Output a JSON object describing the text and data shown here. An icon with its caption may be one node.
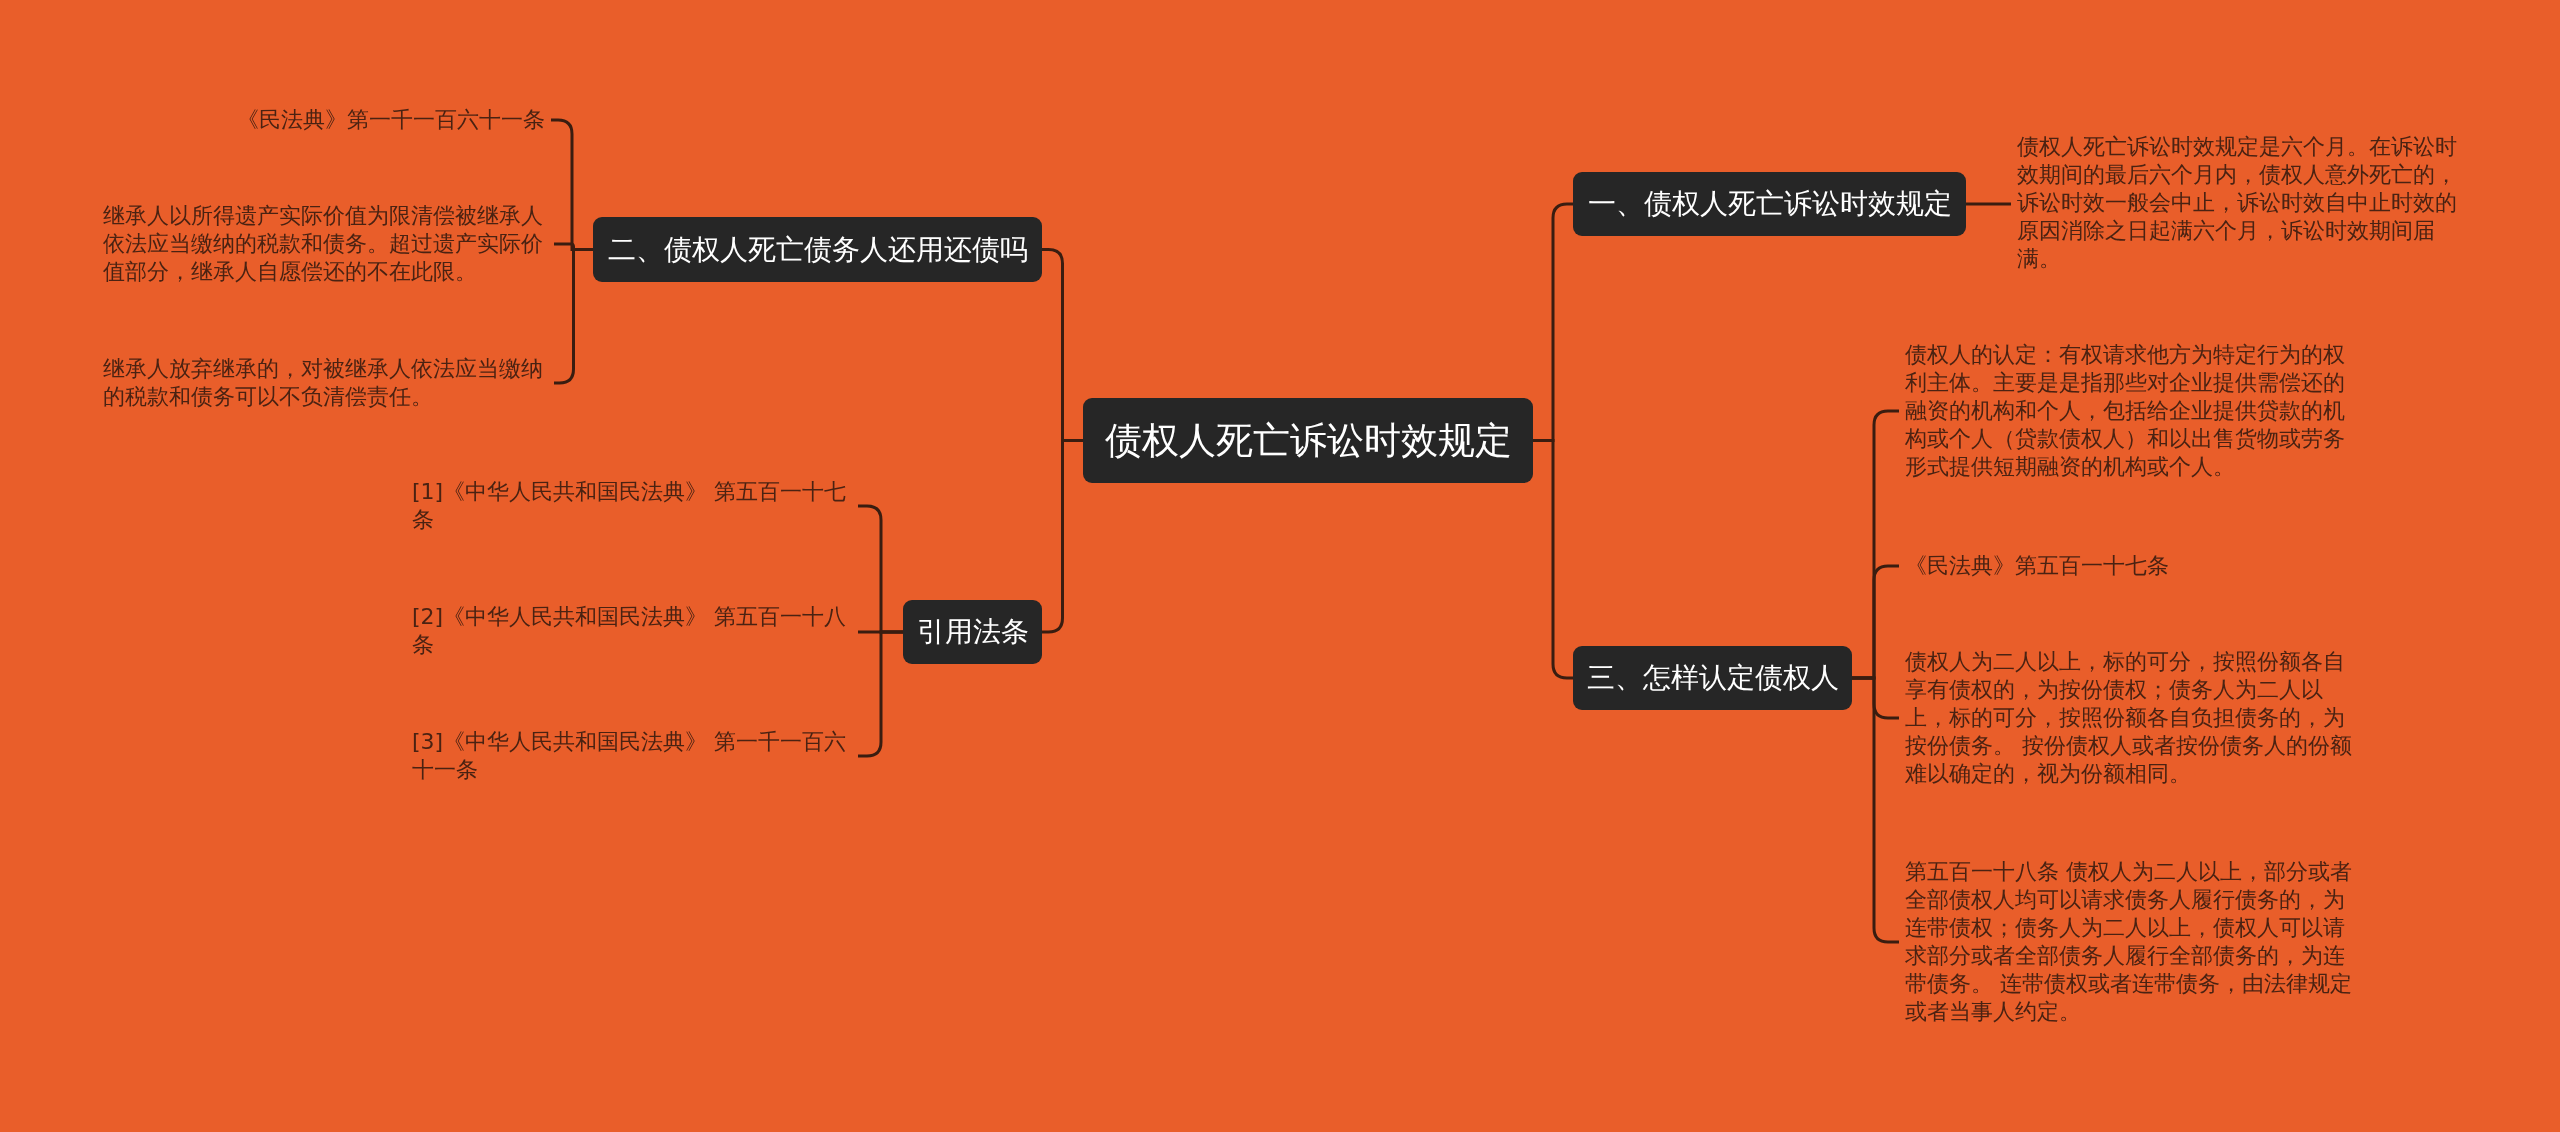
{
  "diagram": {
    "nodes": [
      {
        "text": [
          "债权人死亡诉讼时效规定"
        ]
      },
      {
        "text": [
          "一、债权人死亡诉讼时效规定"
        ]
      },
      {
        "text": [
          "债权人死亡诉讼时效规定是六个月。在诉讼时效期间的最后六个月内，债权人意外死亡的，诉讼时效一般会中止，诉讼时效自中止时效的原因消除之日起满六个月，诉讼时效期间届满。"
        ]
      },
      {
        "text": [
          "三、怎样认定债权人"
        ]
      },
      {
        "text": [
          "债权人的认定：有权请求他方为特定行为的权利主体。主要是是指那些对企业提供需偿还的融资的机构和个人，包括给企业提供贷款的机构或个人（贷款债权人）和以出售货物或劳务形式提供短期融资的机构或个人。"
        ]
      },
      {
        "text": [
          "《民法典》第五百一十七条"
        ]
      },
      {
        "text": [
          "债权人为二人以上，标的可分，按照份额各自享有债权的，为按份债权；债务人为二人以上，标的可分，按照份额各自负担债务的，为按份债务。 按份债权人或者按份债务人的份额难以确定的，视为份额相同。"
        ]
      },
      {
        "text": [
          "第五百一十八条 债权人为二人以上，部分或者全部债权人均可以请求债务人履行债务的，为连带债权；债务人为二人以上，债权人可以请求部分或者全部债务人履行全部债务的，为连带债务。 连带债权或者连带债务，由法律规定或者当事人约定。"
        ]
      },
      {
        "text": [
          "二、债权人死亡债务人还用还债吗"
        ]
      },
      {
        "text": [
          "《民法典》第一千一百六十一条"
        ]
      },
      {
        "text": [
          "继承人以所得遗产实际价值为限清偿被继承人依法应当缴纳的税款和债务。超过遗产实际价值部分，继承人自愿偿还的不在此限。"
        ]
      },
      {
        "text": [
          "继承人放弃继承的，对被继承人依法应当缴纳的税款和债务可以不负清偿责任。"
        ]
      },
      {
        "text": [
          "引用法条"
        ]
      },
      {
        "text": [
          "[1]《中华人民共和国民法典》 第五百一十七条"
        ]
      },
      {
        "text": [
          "[2]《中华人民共和国民法典》 第五百一十八条"
        ]
      },
      {
        "text": [
          "[3]《中华人民共和国民法典》 第一千一百六十一条"
        ]
      }
    ],
    "edges": [
      {
        "from": 0,
        "to": 1,
        "arrow": "none"
      },
      {
        "from": 1,
        "to": 2,
        "arrow": "none"
      },
      {
        "from": 0,
        "to": 3,
        "arrow": "none"
      },
      {
        "from": 3,
        "to": 4,
        "arrow": "none"
      },
      {
        "from": 3,
        "to": 5,
        "arrow": "none"
      },
      {
        "from": 3,
        "to": 6,
        "arrow": "none"
      },
      {
        "from": 3,
        "to": 7,
        "arrow": "none"
      },
      {
        "from": 0,
        "to": 8,
        "arrow": "none"
      },
      {
        "from": 8,
        "to": 9,
        "arrow": "none"
      },
      {
        "from": 8,
        "to": 10,
        "arrow": "none"
      },
      {
        "from": 8,
        "to": 11,
        "arrow": "none"
      },
      {
        "from": 0,
        "to": 12,
        "arrow": "none"
      },
      {
        "from": 12,
        "to": 13,
        "arrow": "none"
      },
      {
        "from": 12,
        "to": 14,
        "arrow": "none"
      },
      {
        "from": 12,
        "to": 15,
        "arrow": "none"
      }
    ]
  }
}
